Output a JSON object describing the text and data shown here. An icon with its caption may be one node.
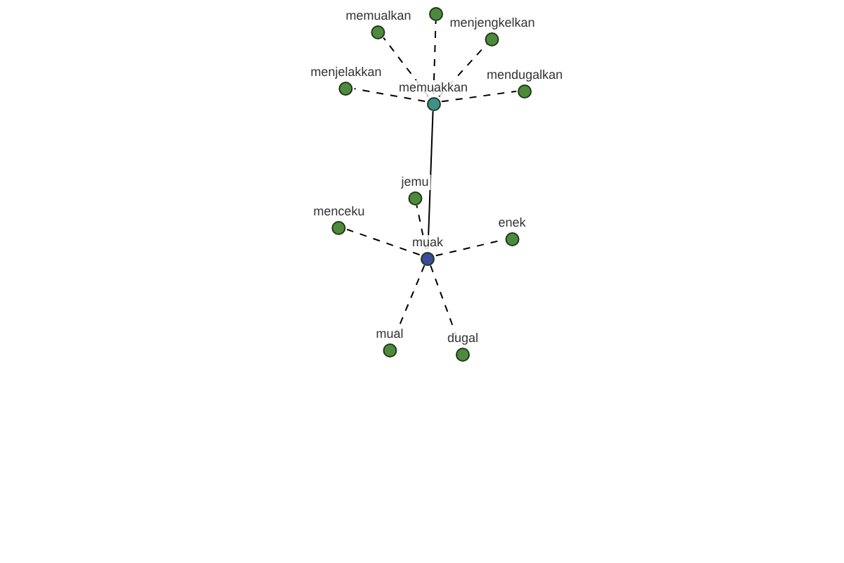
{
  "diagram": {
    "nodes": [
      {
        "text": [],
        "shape": "circle"
      },
      {
        "text": [
          "memualkan"
        ]
      },
      {
        "text": [
          "menjengkelkan"
        ]
      },
      {
        "text": [
          "menjelakkan"
        ]
      },
      {
        "text": [
          "mendugalkan"
        ]
      },
      {
        "text": [
          "memuakkan"
        ]
      },
      {
        "text": [
          "jemu"
        ]
      },
      {
        "text": [
          "menceku"
        ]
      },
      {
        "text": [
          "enek"
        ]
      },
      {
        "text": [
          "muak"
        ]
      },
      {
        "text": [
          "mual"
        ]
      },
      {
        "text": [
          "dugal"
        ]
      }
    ],
    "edges": [
      {
        "from": 5,
        "to": 0,
        "arrow": "none",
        "style": "dashed"
      },
      {
        "from": 5,
        "to": 1,
        "arrow": "none",
        "style": "dashed"
      },
      {
        "from": 5,
        "to": 2,
        "arrow": "none",
        "style": "dashed"
      },
      {
        "from": 5,
        "to": 3,
        "arrow": "none",
        "style": "dashed"
      },
      {
        "from": 5,
        "to": 4,
        "arrow": "none",
        "style": "dashed"
      },
      {
        "from": 5,
        "to": 9,
        "arrow": "none"
      },
      {
        "from": 9,
        "to": 6,
        "arrow": "none",
        "style": "dashed"
      },
      {
        "from": 9,
        "to": 7,
        "arrow": "none",
        "style": "dashed"
      },
      {
        "from": 9,
        "to": 8,
        "arrow": "none",
        "style": "dashed"
      },
      {
        "from": 9,
        "to": 10,
        "arrow": "none",
        "style": "dashed"
      },
      {
        "from": 9,
        "to": 11,
        "arrow": "none",
        "style": "dashed"
      }
    ]
  }
}
